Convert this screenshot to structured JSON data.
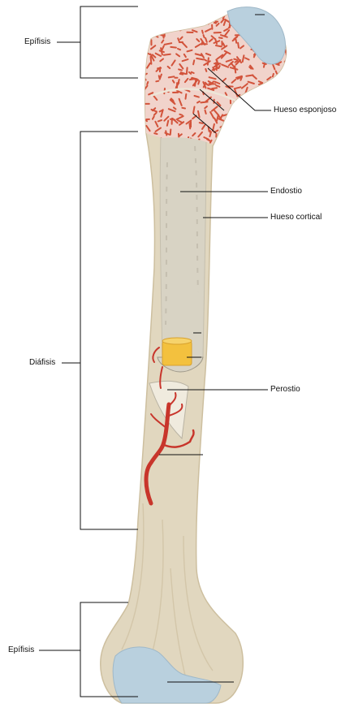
{
  "labels": {
    "epifisis_top": "Epífisis",
    "hueso_esponjoso": "Hueso esponjoso",
    "endostio": "Endostio",
    "hueso_cortical": "Hueso cortical",
    "diafisis": "Diáfisis",
    "perostio": "Perostio",
    "epifisis_bottom": "Epífisis"
  },
  "colors": {
    "bone": "#e1d7bf",
    "bone_shadow": "#cdbf9f",
    "marrow_cavity": "#d8d3c4",
    "spongy_bone": "#f1d3cb",
    "spongy_trabecula": "#d2533b",
    "cartilage": "#b9d0de",
    "artery": "#c8352b",
    "periosteum_flap": "#f0ebde",
    "section_plug": "#f3c13e",
    "leader_line": "#111111"
  }
}
